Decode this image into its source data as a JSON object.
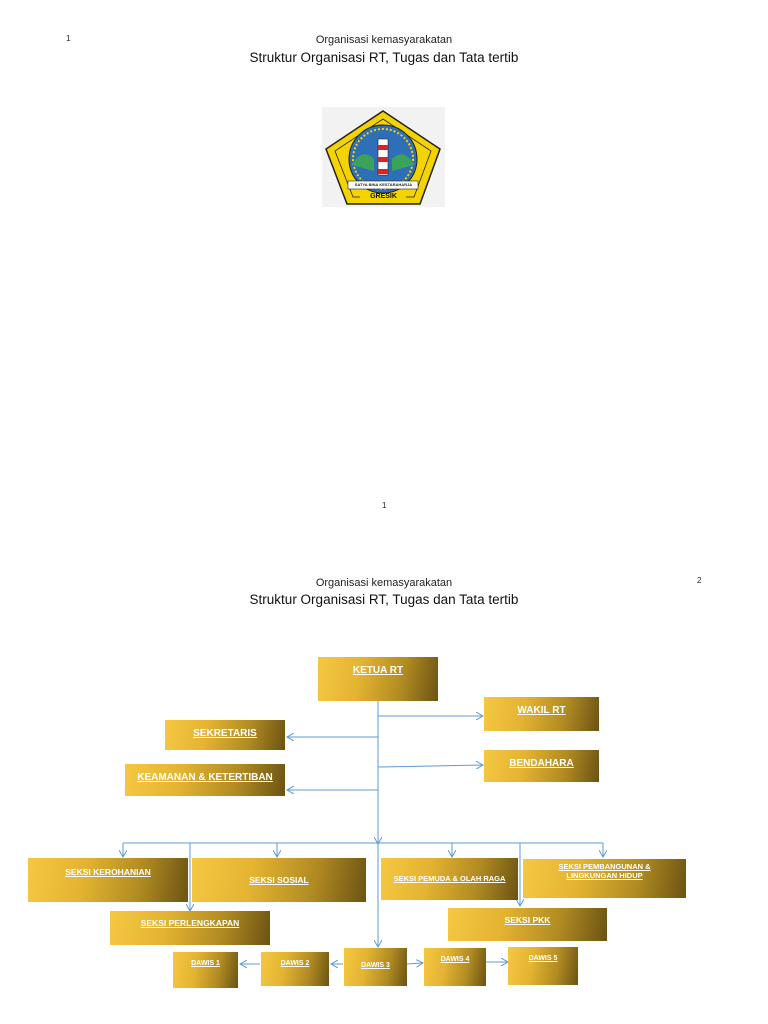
{
  "page1": {
    "page_number": "1",
    "subtitle": "Organisasi kemasyarakatan",
    "title": "Struktur Organisasi RT, Tugas dan Tata tertib",
    "logo": {
      "motto": "SATYA BINA KESTARAHARJA",
      "name": "GRESIK"
    },
    "footer_number": "1"
  },
  "page2": {
    "page_number": "2",
    "subtitle": "Organisasi kemasyarakatan",
    "title": "Struktur Organisasi RT, Tugas dan Tata tertib"
  },
  "org": {
    "ketua": "KETUA RT",
    "wakil": "WAKIL RT",
    "sekretaris": "SEKRETARIS",
    "bendahara": "BENDAHARA",
    "keamanan": "KEAMANAN & KETERTIBAN",
    "seksi_kerohanian": "SEKSI KEROHANIAN",
    "seksi_sosial": "SEKSI SOSIAL",
    "seksi_pemuda": "SEKSI PEMUDA & OLAH RAGA",
    "seksi_pembangunan": "SEKSI PEMBANGUNAN & LINGKUNGAN HIDUP",
    "seksi_perlengkapan": "SEKSI PERLENGKAPAN",
    "seksi_pkk": "SEKSI PKK",
    "dawis": [
      "DAWIS 1",
      "DAWIS 2",
      "DAWIS 3",
      "DAWIS 4",
      "DAWIS 5"
    ]
  },
  "colors": {
    "connector": "#5b9bd5",
    "box_light": "#f5c842",
    "box_dark": "#6b5313"
  }
}
